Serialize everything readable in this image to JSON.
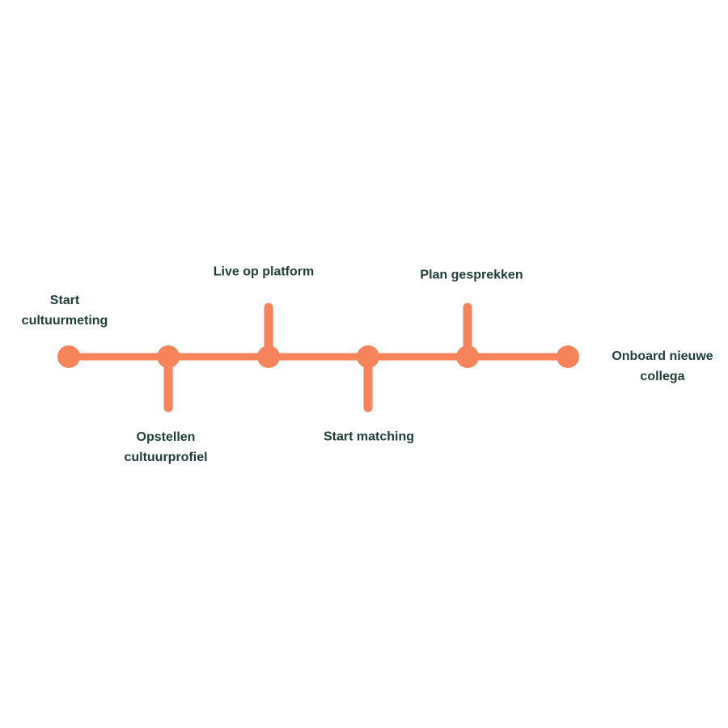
{
  "colors": {
    "accent": "#f7835a",
    "text": "#1f3d38"
  },
  "steps": [
    {
      "line1": "Start",
      "line2": "cultuurmeting",
      "stem": "none"
    },
    {
      "line1": "Opstellen",
      "line2": "cultuurprofiel",
      "stem": "down"
    },
    {
      "line1": "Live op platform",
      "line2": "",
      "stem": "up"
    },
    {
      "line1": "Start matching",
      "line2": "",
      "stem": "down"
    },
    {
      "line1": "Plan gesprekken",
      "line2": "",
      "stem": "up"
    },
    {
      "line1": "Onboard nieuwe",
      "line2": "collega",
      "stem": "none"
    }
  ]
}
